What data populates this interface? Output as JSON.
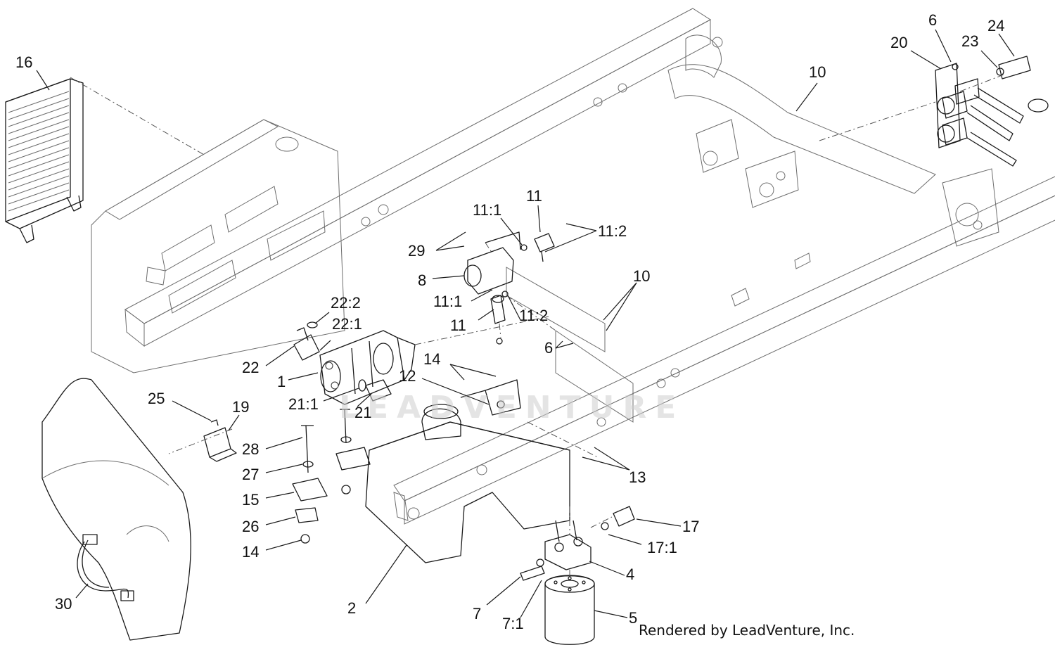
{
  "watermark": "LEADVENTURE",
  "credit": "Rendered by LeadVenture, Inc.",
  "callouts": [
    {
      "id": "c16",
      "text": "16"
    },
    {
      "id": "c6a",
      "text": "6"
    },
    {
      "id": "c24",
      "text": "24"
    },
    {
      "id": "c20",
      "text": "20"
    },
    {
      "id": "c23",
      "text": "23"
    },
    {
      "id": "c10a",
      "text": "10"
    },
    {
      "id": "c11a",
      "text": "11"
    },
    {
      "id": "c11_1a",
      "text": "11:1"
    },
    {
      "id": "c11_2a",
      "text": "11:2"
    },
    {
      "id": "c29",
      "text": "29"
    },
    {
      "id": "c8",
      "text": "8"
    },
    {
      "id": "c10b",
      "text": "10"
    },
    {
      "id": "c11_1b",
      "text": "11:1"
    },
    {
      "id": "c22_2",
      "text": "22:2"
    },
    {
      "id": "c11_2b",
      "text": "11:2"
    },
    {
      "id": "c11b",
      "text": "11"
    },
    {
      "id": "c22_1",
      "text": "22:1"
    },
    {
      "id": "c6b",
      "text": "6"
    },
    {
      "id": "c14a",
      "text": "14"
    },
    {
      "id": "c22",
      "text": "22"
    },
    {
      "id": "c12",
      "text": "12"
    },
    {
      "id": "c1",
      "text": "1"
    },
    {
      "id": "c21_1",
      "text": "21:1"
    },
    {
      "id": "c25",
      "text": "25"
    },
    {
      "id": "c19",
      "text": "19"
    },
    {
      "id": "c21",
      "text": "21"
    },
    {
      "id": "c28",
      "text": "28"
    },
    {
      "id": "c27",
      "text": "27"
    },
    {
      "id": "c13",
      "text": "13"
    },
    {
      "id": "c15",
      "text": "15"
    },
    {
      "id": "c26",
      "text": "26"
    },
    {
      "id": "c17",
      "text": "17"
    },
    {
      "id": "c17_1",
      "text": "17:1"
    },
    {
      "id": "c14b",
      "text": "14"
    },
    {
      "id": "c4",
      "text": "4"
    },
    {
      "id": "c30",
      "text": "30"
    },
    {
      "id": "c2",
      "text": "2"
    },
    {
      "id": "c7",
      "text": "7"
    },
    {
      "id": "c5",
      "text": "5"
    },
    {
      "id": "c7_1",
      "text": "7:1"
    }
  ]
}
